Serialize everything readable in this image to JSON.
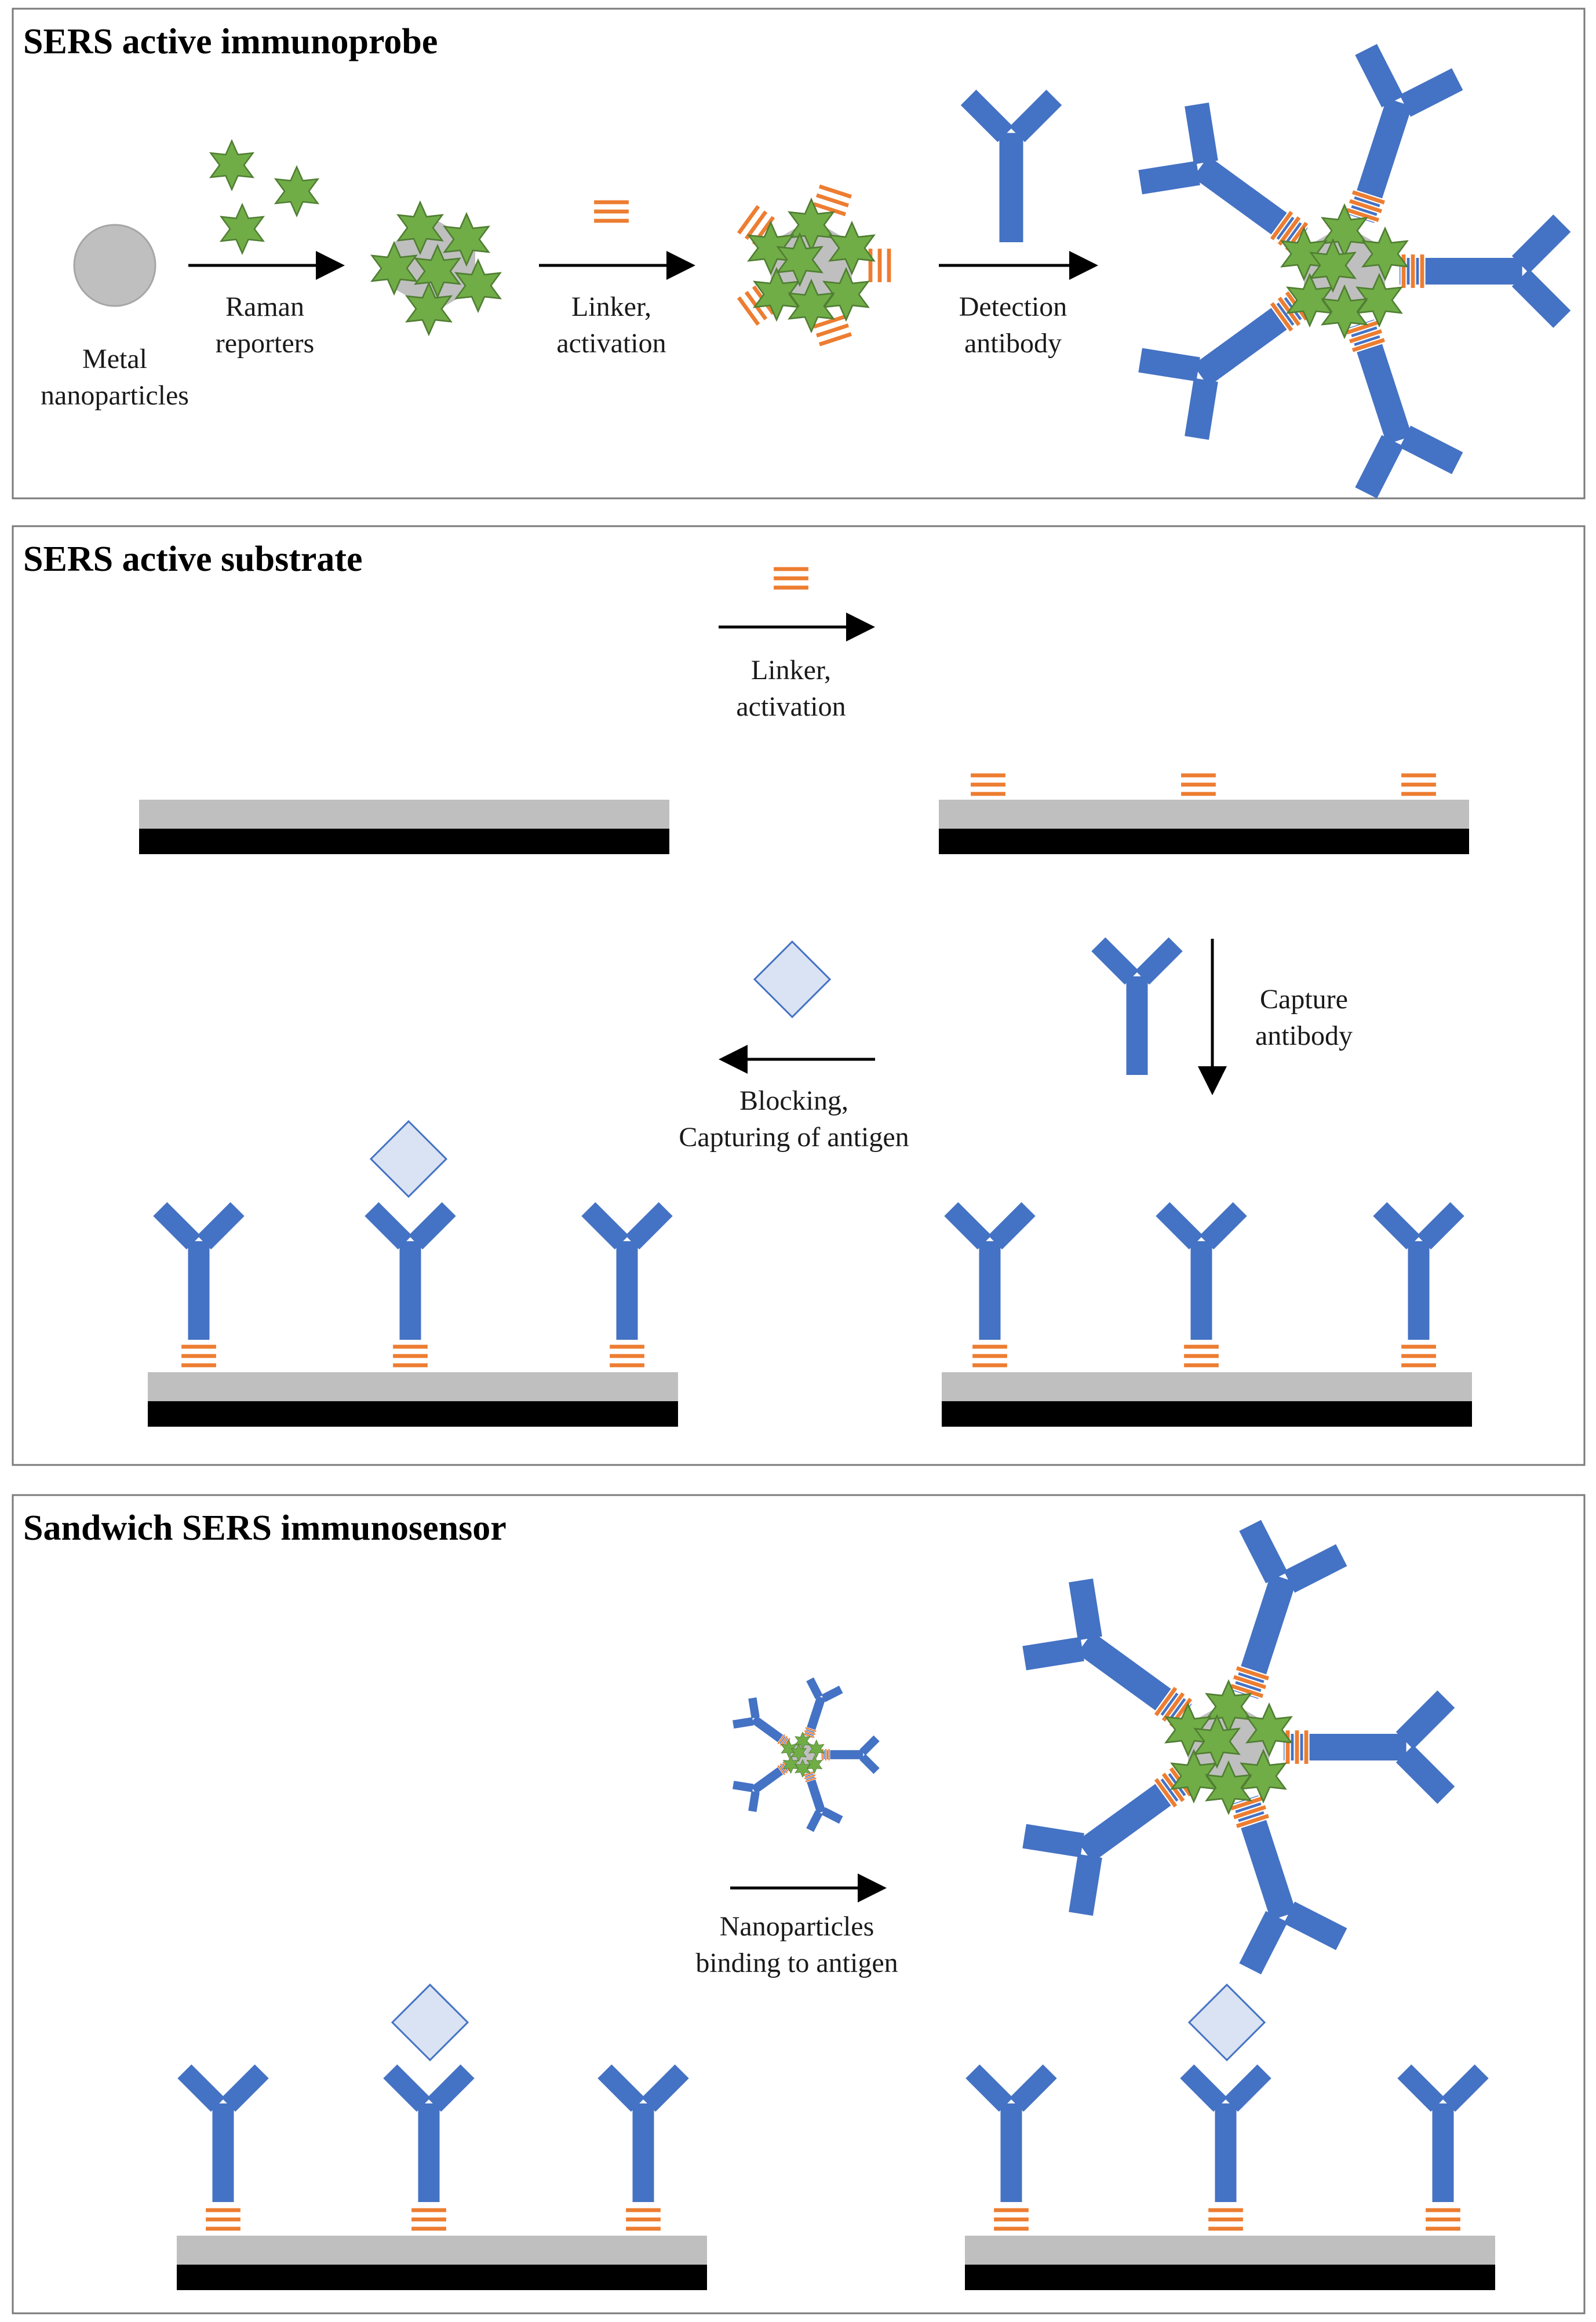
{
  "colors": {
    "antibody": "#4472C4",
    "reporter": "#70AD47",
    "reporter_stroke": "#507E32",
    "linker": "#ED7D31",
    "nanoparticle": "#BFBFBF",
    "substrate_top": "#BFBFBF",
    "substrate_base": "#000000",
    "antigen_fill": "#DAE3F3",
    "antigen_stroke": "#4472C4"
  },
  "panel1": {
    "title": "SERS active immunoprobe",
    "metal_label_1": "Metal",
    "metal_label_2": "nanoparticles",
    "step1_label_1": "Raman",
    "step1_label_2": "reporters",
    "step2_label_1": "Linker,",
    "step2_label_2": "activation",
    "step3_label_1": "Detection",
    "step3_label_2": "antibody"
  },
  "panel2": {
    "title": "SERS active substrate",
    "step1_label_1": "Linker,",
    "step1_label_2": "activation",
    "step2_label_1": "Capture",
    "step2_label_2": "antibody",
    "step3_label_1": "Blocking,",
    "step3_label_2": "Capturing of antigen"
  },
  "panel3": {
    "title": "Sandwich SERS immunosensor",
    "step_label_1": "Nanoparticles",
    "step_label_2": "binding to antigen"
  }
}
